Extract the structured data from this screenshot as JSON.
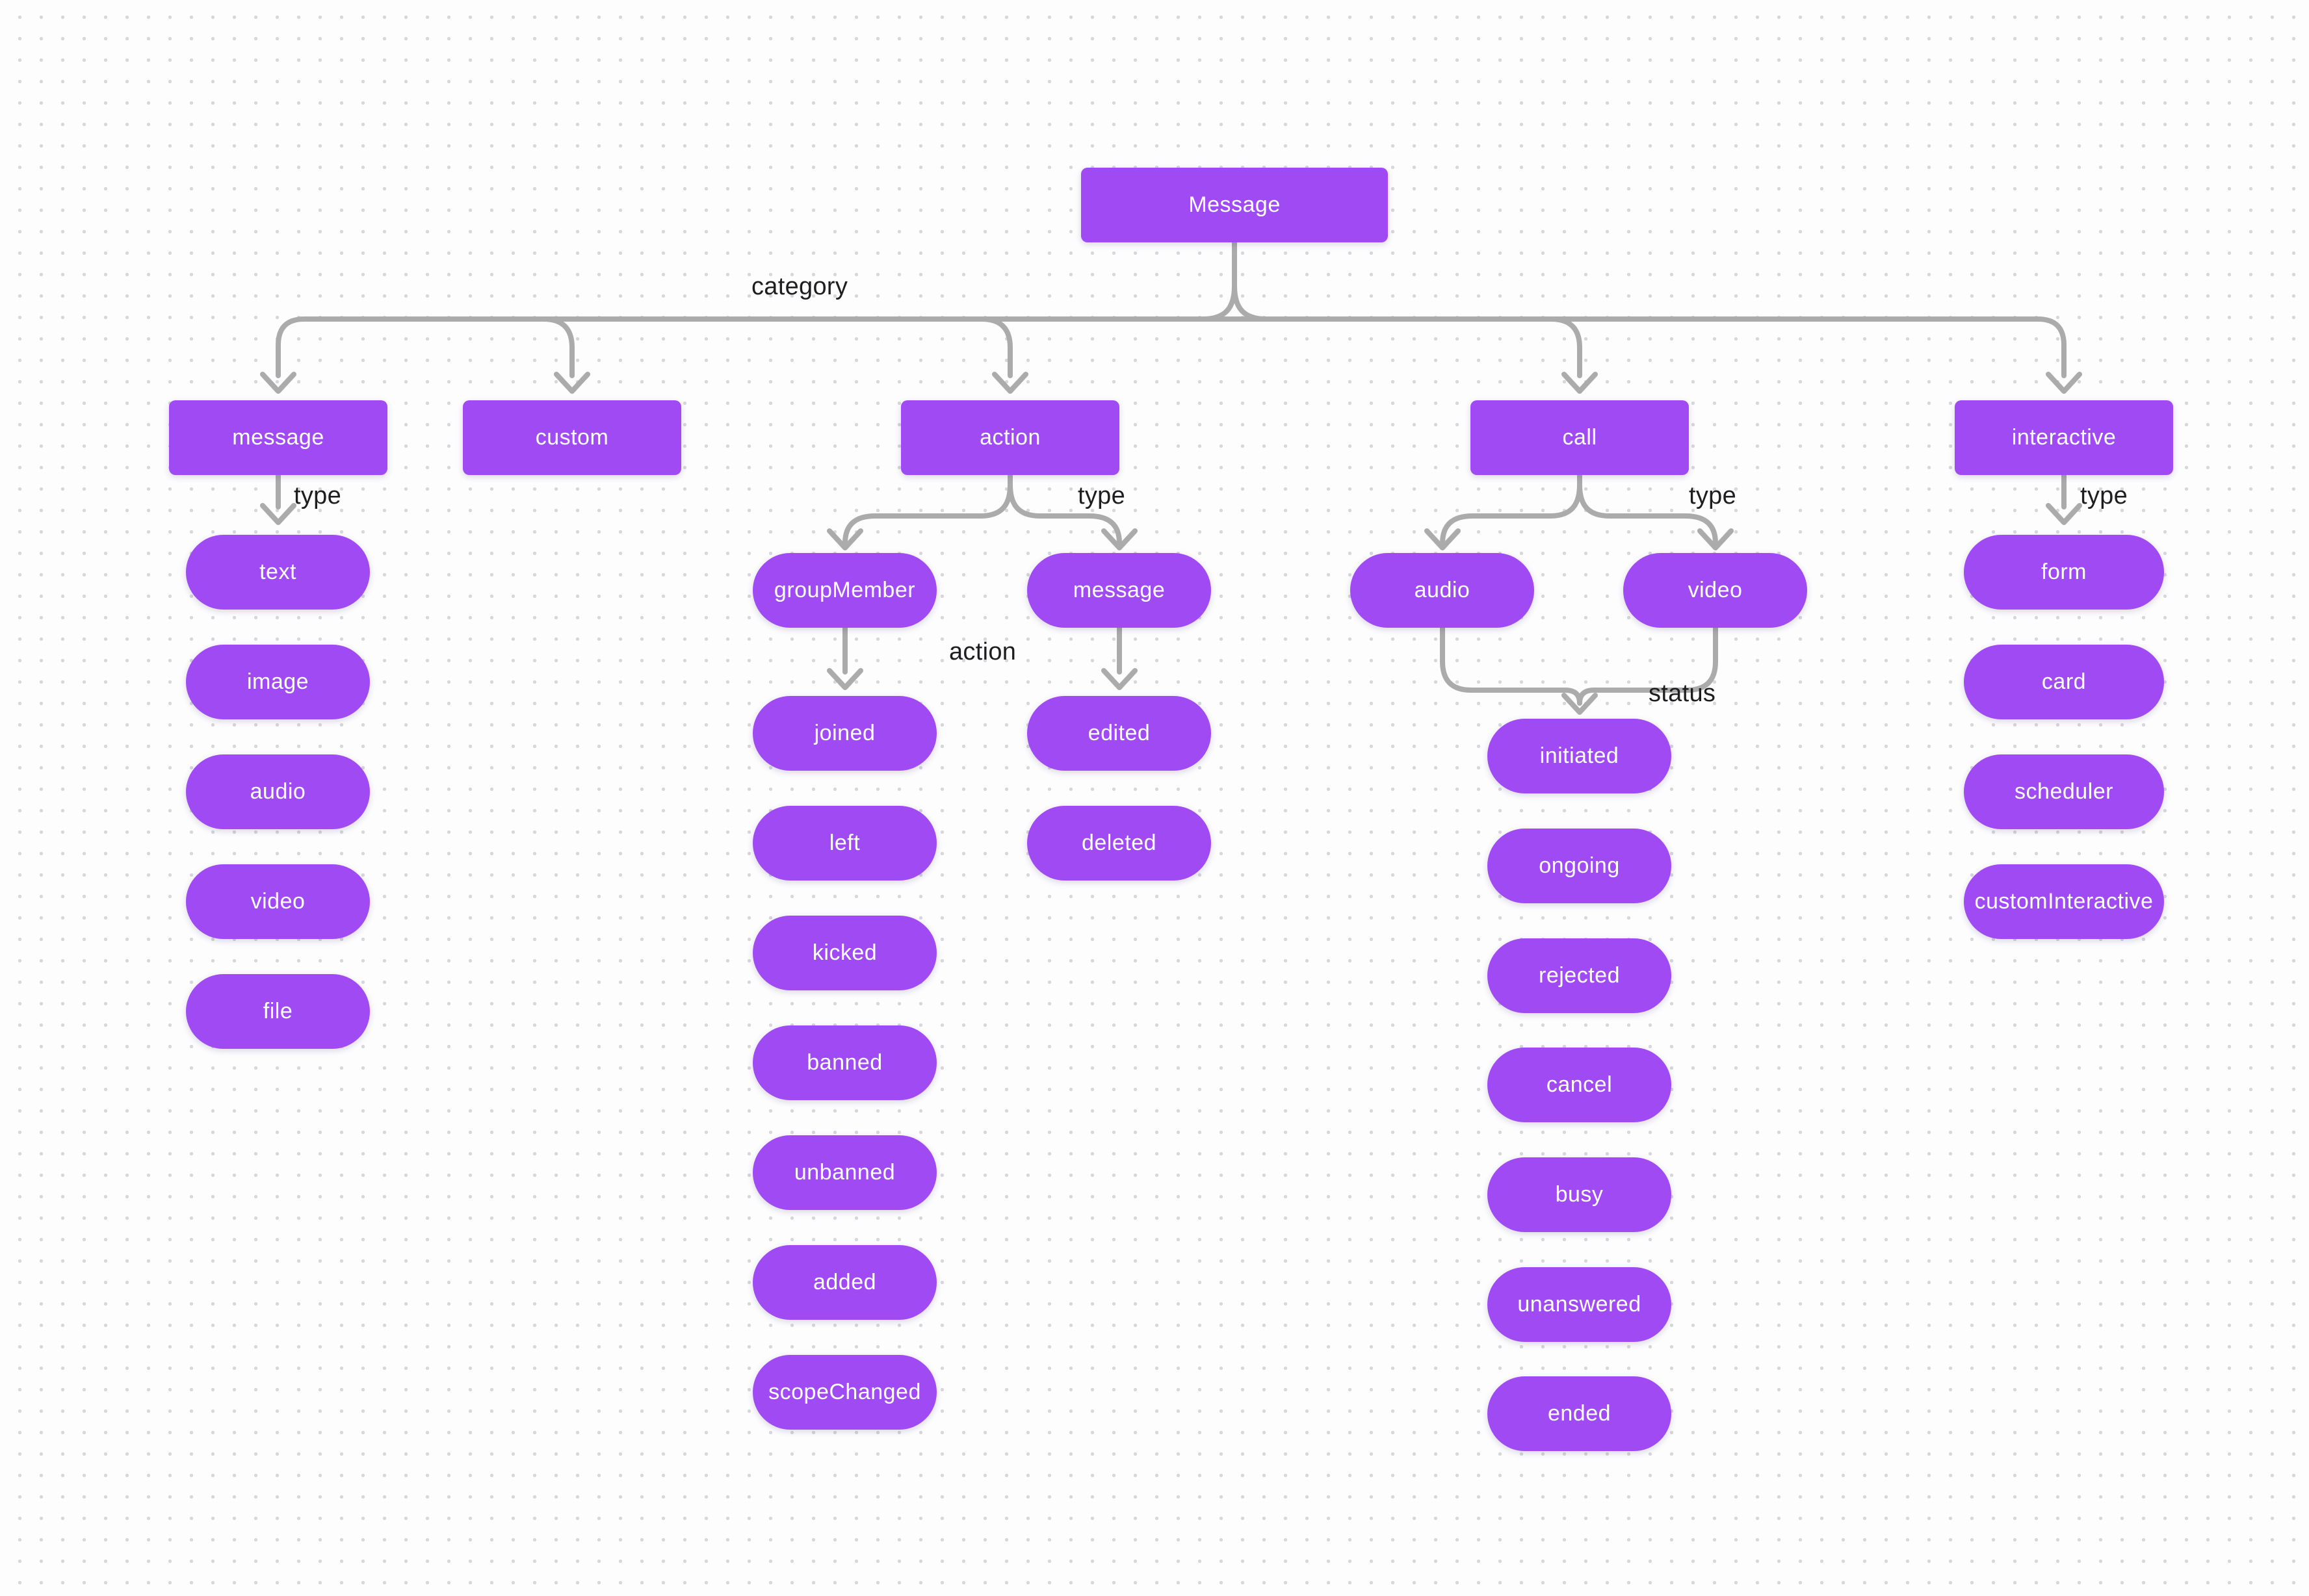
{
  "diagram": {
    "root_label": "Message",
    "categories": [
      "message",
      "custom",
      "action",
      "call",
      "interactive"
    ],
    "message_types": [
      "text",
      "image",
      "audio",
      "video",
      "file"
    ],
    "action_types": [
      "groupMember",
      "message"
    ],
    "group_member_actions": [
      "joined",
      "left",
      "kicked",
      "banned",
      "unbanned",
      "added",
      "scopeChanged"
    ],
    "message_actions": [
      "edited",
      "deleted"
    ],
    "call_types": [
      "audio",
      "video"
    ],
    "call_statuses": [
      "initiated",
      "ongoing",
      "rejected",
      "cancel",
      "busy",
      "unanswered",
      "ended"
    ],
    "interactive_types": [
      "form",
      "card",
      "scheduler",
      "customInteractive"
    ],
    "edge_labels": {
      "category": "category",
      "message_type": "type",
      "action_type": "type",
      "call_type": "type",
      "interactive_type": "type",
      "group_member_action": "action",
      "call_status": "status"
    },
    "colors": {
      "node_fill": "#a04af4",
      "node_text": "#ffffff",
      "connector": "#ababab",
      "edge_label_text": "#1e1e20",
      "canvas_background": "#fdfdfe",
      "grid_dot": "#d7d7dc"
    }
  }
}
